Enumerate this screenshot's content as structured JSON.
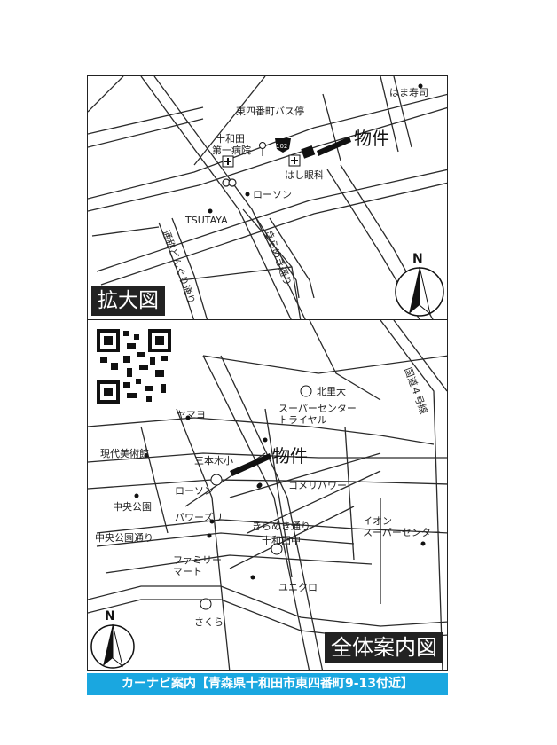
{
  "zoom_map": {
    "title": "拡大図",
    "property_label": "物件",
    "route_number": "102",
    "labels": {
      "bus_stop": "東四番町バス停",
      "hospital_line1": "十和田",
      "hospital_line2": "第一病院",
      "clinic": "はし眼科",
      "lawson": "ローソン",
      "tsutaya": "TSUTAYA",
      "sushi": "はま寿司",
      "kiramekidori": "きらめき通り",
      "road_left": "通称どんぐり通り"
    },
    "north": "N"
  },
  "overview_map": {
    "title": "全体案内図",
    "property_label": "物件",
    "labels": {
      "kita_sato": "北里大",
      "super_line1": "スーパーセンター",
      "super_line2": "トライヤル",
      "yamayo": "ヤマヨ",
      "gendai": "現代美術館",
      "sanbongi": "三本木小",
      "lawson": "ローソン",
      "komeri": "コメリパワー",
      "chuo_park": "中央公園",
      "power_zuri": "パワーズリ",
      "kirameki": "きらめき通り",
      "towada_chu": "十和田中",
      "chuo_park_st": "中央公園通り",
      "family_line1": "ファミリー",
      "family_line2": "マート",
      "aeon_line1": "イオン",
      "aeon_line2": "スーパーセンター",
      "uniqlo": "ユニクロ",
      "sakura": "さくら",
      "route4": "国道４号線"
    },
    "north": "N"
  },
  "footer": {
    "text": "カーナビ案内【青森県十和田市東四番町9-13付近】"
  }
}
